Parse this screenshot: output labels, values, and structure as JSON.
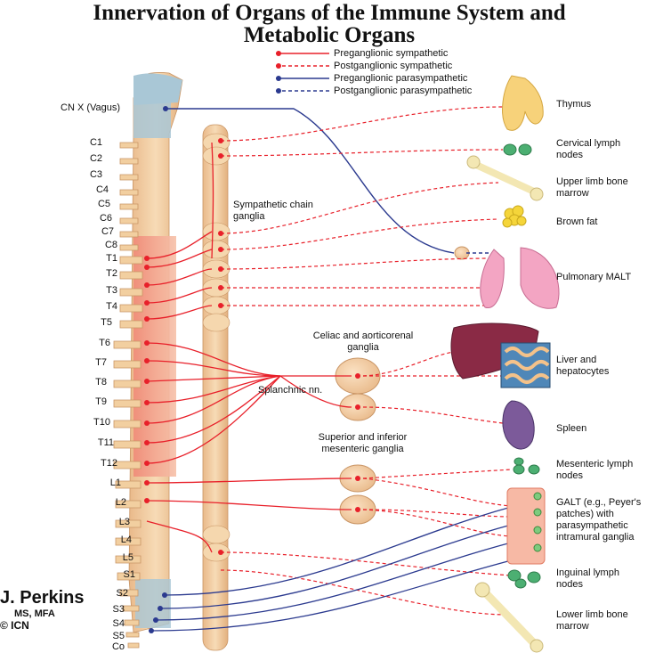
{
  "title_line1": "Innervation of Organs of the Immune System and",
  "title_line2": "Metabolic Organs",
  "legend": [
    {
      "label": "Preganglionic sympathetic",
      "color": "#e8202a",
      "style": "solid"
    },
    {
      "label": "Postganglionic sympathetic",
      "color": "#e8202a",
      "style": "dashed"
    },
    {
      "label": "Preganglionic parasympathetic",
      "color": "#2b3a8f",
      "style": "solid"
    },
    {
      "label": "Postganglionic parasympathetic",
      "color": "#2b3a8f",
      "style": "dashed"
    }
  ],
  "vagus_label": "CN X (Vagus)",
  "segments": [
    "C1",
    "C2",
    "C3",
    "C4",
    "C5",
    "C6",
    "C7",
    "C8",
    "T1",
    "T2",
    "T3",
    "T4",
    "T5",
    "T6",
    "T7",
    "T8",
    "T9",
    "T10",
    "T11",
    "T12",
    "L1",
    "L2",
    "L3",
    "L4",
    "L5",
    "S1",
    "S2",
    "S3",
    "S4",
    "S5",
    "Co"
  ],
  "ganglia_labels": {
    "sympathetic_chain": "Sympathetic chain ganglia",
    "celiac": "Celiac and aorticorenal ganglia",
    "splanchnic": "Splanchnic nn.",
    "mesenteric": "Superior and inferior mesenteric ganglia"
  },
  "organs": [
    {
      "label": "Thymus"
    },
    {
      "label": "Cervical lymph nodes"
    },
    {
      "label": "Upper limb bone marrow"
    },
    {
      "label": "Brown fat"
    },
    {
      "label": "Pulmonary MALT"
    },
    {
      "label": "Liver and hepatocytes"
    },
    {
      "label": "Spleen"
    },
    {
      "label": "Mesenteric lymph nodes"
    },
    {
      "label": "GALT (e.g., Peyer's patches) with parasympathetic intramural ganglia"
    },
    {
      "label": "Inguinal lymph nodes"
    },
    {
      "label": "Lower limb bone marrow"
    }
  ],
  "author": {
    "name": "J. Perkins",
    "credentials": "MS, MFA",
    "copyright": "© ICN"
  },
  "colors": {
    "sympathetic": "#e8202a",
    "parasympathetic": "#2b3a8f",
    "bone": "#f2cfa0",
    "cord": "#f4a78e"
  }
}
